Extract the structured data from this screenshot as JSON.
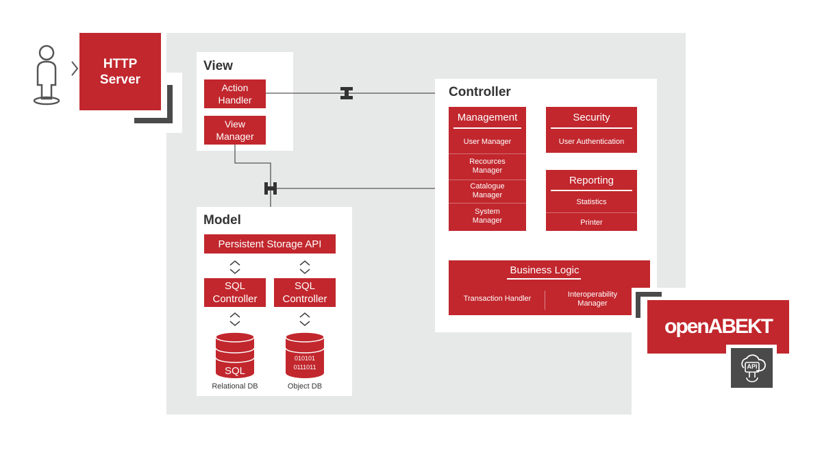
{
  "http_server": {
    "label_line1": "HTTP",
    "label_line2": "Server"
  },
  "view": {
    "title": "View",
    "action_handler": {
      "line1": "Action",
      "line2": "Handler"
    },
    "view_manager": {
      "line1": "View",
      "line2": "Manager"
    }
  },
  "controller": {
    "title": "Controller",
    "management": {
      "title": "Management",
      "items": [
        {
          "line1": "User Manager",
          "line2": ""
        },
        {
          "line1": "Recources",
          "line2": "Manager"
        },
        {
          "line1": "Catalogue",
          "line2": "Manager"
        },
        {
          "line1": "System",
          "line2": "Manager"
        }
      ]
    },
    "security": {
      "title": "Security",
      "items": [
        "User Authentication"
      ]
    },
    "reporting": {
      "title": "Reporting",
      "items": [
        "Statistics",
        "Printer"
      ]
    },
    "business_logic": {
      "title": "Business Logic",
      "transaction_handler": "Transaction Handler",
      "interop_line1": "Interoperability",
      "interop_line2": "Manager"
    }
  },
  "model": {
    "title": "Model",
    "persistent_api": "Persistent Storage API",
    "sql_controller_1": {
      "line1": "SQL",
      "line2": "Controller"
    },
    "sql_controller_2": {
      "line1": "SQL",
      "line2": "Controller"
    },
    "relational_db": {
      "icon_text": "SQL",
      "caption": "Relational DB"
    },
    "object_db": {
      "icon_line1": "010101",
      "icon_line2": "0111011",
      "caption": "Object DB"
    }
  },
  "brand": {
    "logo_text": "openABEKT",
    "api_badge": "API"
  },
  "colors": {
    "accent": "#c1272d",
    "background_panel": "#e7e8e8",
    "dark": "#4a4a4a"
  }
}
